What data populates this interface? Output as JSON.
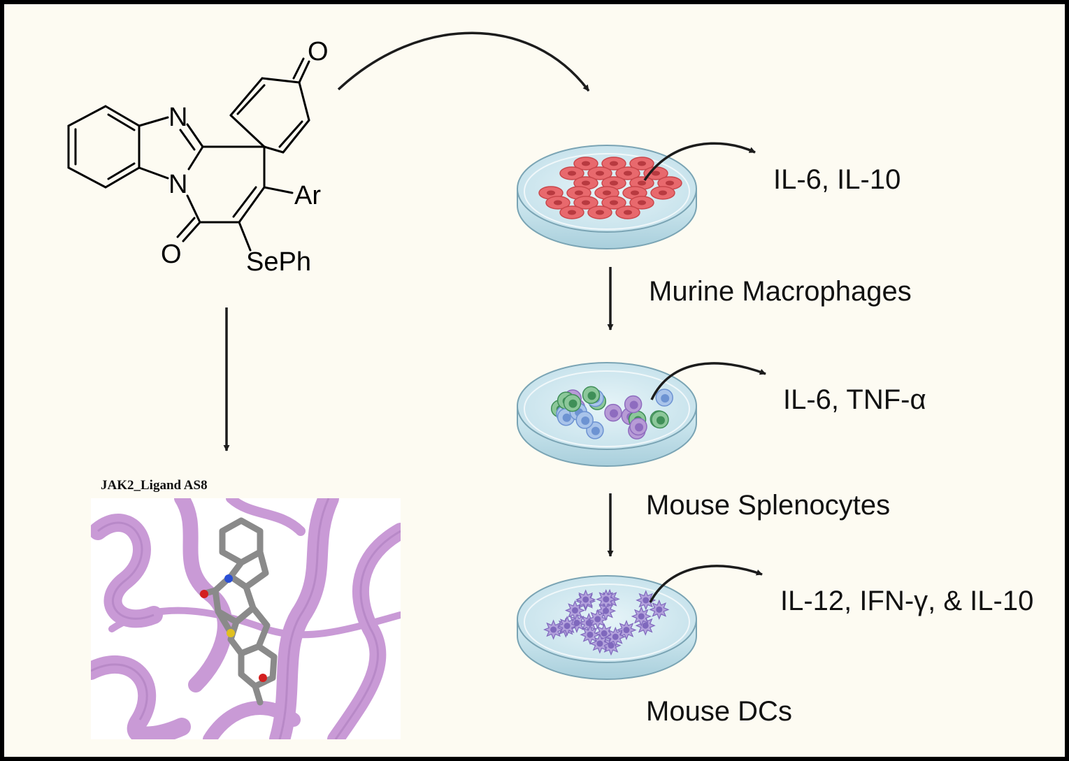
{
  "structure": {
    "atoms": {
      "n_imine": "N",
      "n_amide": "N",
      "o_ketone": "O",
      "o_amide": "O",
      "aryl": "Ar",
      "selenyl": "SePh"
    }
  },
  "docking": {
    "caption": "JAK2_Ligand AS8"
  },
  "assays": [
    {
      "cell_type": "Murine Macrophages",
      "cytokines": "IL-6, IL-10",
      "cell_color": "#e8696d"
    },
    {
      "cell_type": "Mouse Splenocytes",
      "cytokines": "IL-6, TNF-α",
      "cell_color": "#9a7cc4"
    },
    {
      "cell_type": "Mouse DCs",
      "cytokines": "IL-12, IFN-γ, & IL-10",
      "cell_color": "#9d86cf"
    }
  ],
  "colors": {
    "background": "#fdfbf2",
    "ribbon": "#c99ad6",
    "ligand": "#8a8a8a",
    "dish": "#cfe6ee"
  }
}
